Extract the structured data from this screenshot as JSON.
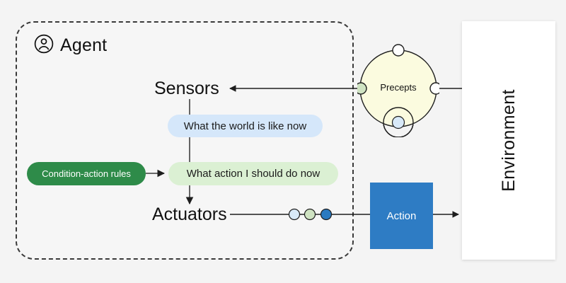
{
  "diagram": {
    "title_implicit": "Simple reflex agent",
    "agent": {
      "label": "Agent",
      "icon": "user-circle-icon"
    },
    "nodes": {
      "sensors": "Sensors",
      "actuators": "Actuators",
      "world_state": "What the world is like now",
      "action_decision": "What action I should do now",
      "condition_action_rules": "Condition-action rules",
      "action": "Action",
      "precepts": "Precepts",
      "environment": "Environment"
    },
    "colors": {
      "canvas_bg": "#f4f4f4",
      "agent_border": "#3a3a3a",
      "world_state_pill": "#d5e7fa",
      "action_decision_pill": "#dbf0d3",
      "rules_pill": "#2e8b49",
      "rules_text": "#ffffff",
      "action_box": "#2e7cc4",
      "action_text": "#ffffff",
      "precepts_circle": "#fbfbdf",
      "environment_panel": "#ffffff",
      "node_white": "#ffffff",
      "node_green": "#cfe3c2",
      "node_blue_light": "#d8e9f8",
      "node_blue_strong": "#2a7ac0",
      "wire": "#3a3a3a",
      "text": "#111111"
    },
    "precept_nodes": [
      {
        "name": "top-node",
        "fill": "#ffffff"
      },
      {
        "name": "left-node",
        "fill": "#cfe3c2"
      },
      {
        "name": "right-node",
        "fill": "#ffffff"
      },
      {
        "name": "bottom-node",
        "fill": "#d8e9f8"
      }
    ],
    "actuator_nodes": [
      {
        "name": "actuator-node-1",
        "fill": "#d8e9f8"
      },
      {
        "name": "actuator-node-2",
        "fill": "#cfe3c2"
      },
      {
        "name": "actuator-node-3",
        "fill": "#2a7ac0"
      }
    ],
    "flows": [
      {
        "from": "Environment",
        "to": "Precepts"
      },
      {
        "from": "Precepts",
        "to": "Sensors"
      },
      {
        "from": "Sensors",
        "to": "What the world is like now"
      },
      {
        "from": "What the world is like now",
        "to": "What action I should do now"
      },
      {
        "from": "Condition-action rules",
        "to": "What action I should do now"
      },
      {
        "from": "What action I should do now",
        "to": "Actuators"
      },
      {
        "from": "Actuators",
        "to": "Action"
      },
      {
        "from": "Action",
        "to": "Environment"
      }
    ]
  }
}
